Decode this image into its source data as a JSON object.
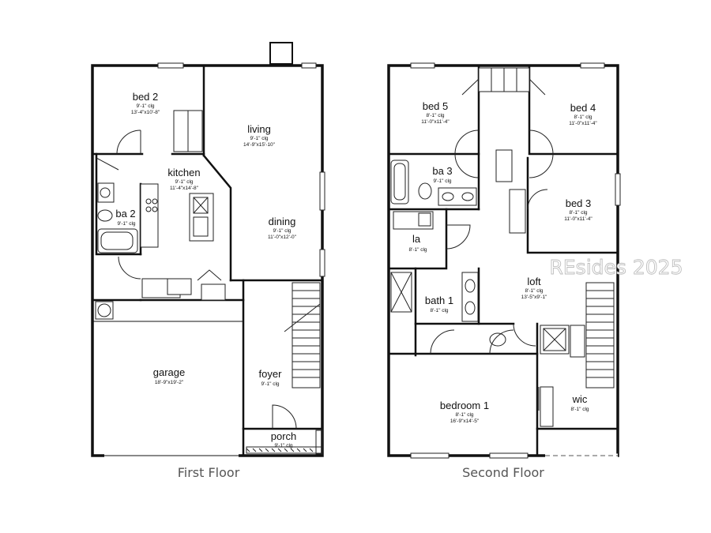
{
  "watermark": "REsides 2025",
  "floors": [
    {
      "id": "first",
      "caption": "First Floor",
      "rooms": [
        {
          "key": "bed2",
          "name": "bed 2",
          "ceiling": "9'-1\" clg",
          "size": "13'-4\"x10'-8\""
        },
        {
          "key": "living",
          "name": "living",
          "ceiling": "9'-1\" clg",
          "size": "14'-9\"x15'-10\""
        },
        {
          "key": "kitchen",
          "name": "kitchen",
          "ceiling": "9'-1\" clg",
          "size": "11'-4\"x14'-8\""
        },
        {
          "key": "ba2",
          "name": "ba 2",
          "ceiling": "9'-1\" clg",
          "size": ""
        },
        {
          "key": "dining",
          "name": "dining",
          "ceiling": "9'-1\" clg",
          "size": "11'-0\"x12'-0\""
        },
        {
          "key": "garage",
          "name": "garage",
          "ceiling": "",
          "size": "18'-9\"x19'-2\""
        },
        {
          "key": "foyer",
          "name": "foyer",
          "ceiling": "9'-1\" clg",
          "size": ""
        },
        {
          "key": "porch",
          "name": "porch",
          "ceiling": "9'-1\" clg",
          "size": ""
        }
      ]
    },
    {
      "id": "second",
      "caption": "Second Floor",
      "rooms": [
        {
          "key": "bed5",
          "name": "bed 5",
          "ceiling": "8'-1\" clg",
          "size": "11'-0\"x11'-4\""
        },
        {
          "key": "bed4",
          "name": "bed 4",
          "ceiling": "8'-1\" clg",
          "size": "11'-0\"x11'-4\""
        },
        {
          "key": "ba3",
          "name": "ba 3",
          "ceiling": "9'-1\" clg",
          "size": ""
        },
        {
          "key": "bed3",
          "name": "bed 3",
          "ceiling": "8'-1\" clg",
          "size": "11'-0\"x11'-4\""
        },
        {
          "key": "la",
          "name": "la",
          "ceiling": "8'-1\" clg",
          "size": ""
        },
        {
          "key": "loft",
          "name": "loft",
          "ceiling": "8'-1\" clg",
          "size": "13'-5\"x9'-1\""
        },
        {
          "key": "bath1",
          "name": "bath 1",
          "ceiling": "8'-1\" clg",
          "size": ""
        },
        {
          "key": "bedroom1",
          "name": "bedroom 1",
          "ceiling": "8'-1\" clg",
          "size": "16'-9\"x14'-5\""
        },
        {
          "key": "wic",
          "name": "wic",
          "ceiling": "8'-1\" clg",
          "size": ""
        }
      ]
    }
  ]
}
